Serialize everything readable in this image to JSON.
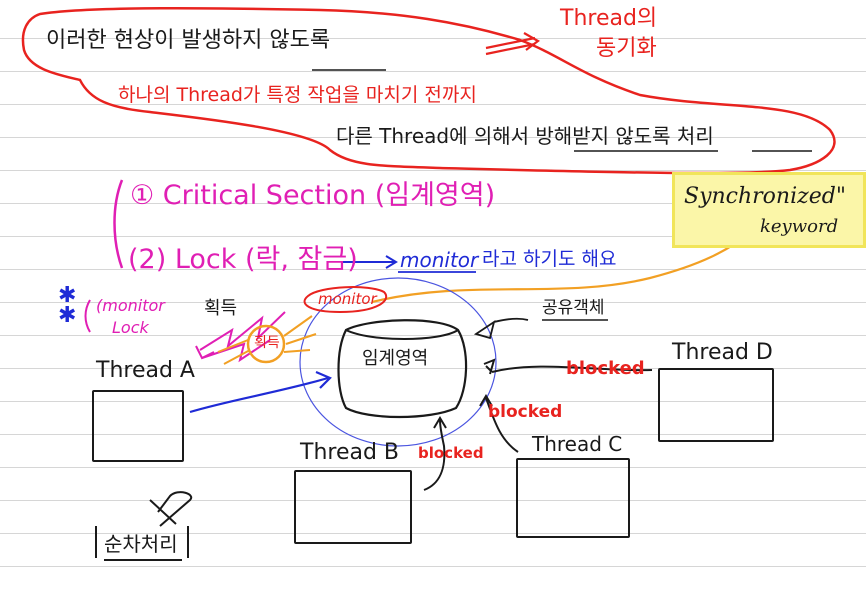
{
  "top_note": {
    "line1": "이러한 현상이 발생하지 않도록",
    "arrow_target_line1": "Thread의",
    "arrow_target_line2": "동기화",
    "line2_red": "하나의 Thread가 특정 작업을 마치기 전까지",
    "line3": "다른 Thread에 의해서 방해받지 않도록 처리"
  },
  "list": {
    "item1": "① Critical Section (임계영역)",
    "item2": "(2) Lock (락, 잠금)",
    "item2_suffix_underlined": "monitor",
    "item2_suffix": "라고 하기도 해요"
  },
  "synchronized_note": {
    "line1": "Synchronized\"",
    "line2": "keyword"
  },
  "diagram": {
    "monitor_lock_label_1": "(monitor",
    "monitor_lock_label_2": "Lock",
    "monitor_lock_acquire": "획득",
    "monitor_tag": "monitor",
    "acquire_circle_text": "획득",
    "shared_object_label": "공유객체",
    "critical_section_label": "임계영역",
    "thread_a": "Thread A",
    "thread_b": "Thread B",
    "thread_c": "Thread C",
    "thread_d": "Thread D",
    "blocked_d": "blocked",
    "blocked_c": "blocked",
    "blocked_b": "blocked",
    "sequential_label": "순차처리"
  },
  "colors": {
    "red": "#e8231f",
    "blue": "#1f2bd6",
    "magenta": "#e01fb4",
    "orange": "#f2a024",
    "yellow_highlight": "#fbf6a8"
  }
}
